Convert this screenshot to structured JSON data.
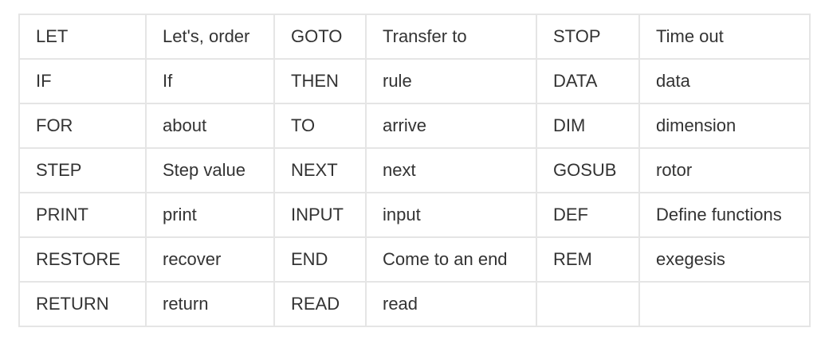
{
  "rows": [
    [
      "LET",
      "Let's, order",
      "GOTO",
      "Transfer to",
      "STOP",
      "Time out"
    ],
    [
      "IF",
      "If",
      "THEN",
      "rule",
      "DATA",
      "data"
    ],
    [
      "FOR",
      "about",
      "TO",
      "arrive",
      "DIM",
      "dimension"
    ],
    [
      "STEP",
      "Step value",
      "NEXT",
      "next",
      "GOSUB",
      "rotor"
    ],
    [
      "PRINT",
      "print",
      "INPUT",
      "input",
      "DEF",
      "Define functions"
    ],
    [
      "RESTORE",
      "recover",
      "END",
      "Come to an end",
      "REM",
      "exegesis"
    ],
    [
      "RETURN",
      "return",
      "READ",
      "read",
      "",
      ""
    ]
  ]
}
